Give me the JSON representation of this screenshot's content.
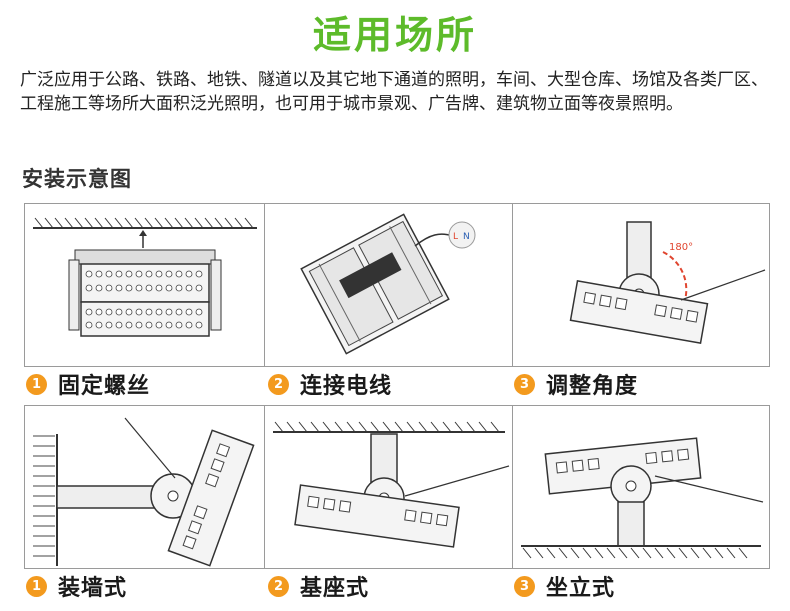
{
  "title": "适用场所",
  "description": "广泛应用于公路、铁路、地铁、隧道以及其它地下通道的照明，车间、大型仓库、场馆及各类厂区、工程施工等场所大面积泛光照明，也可用于城市景观、广告牌、建筑物立面等夜景照明。",
  "section_title": "安装示意图",
  "steps": [
    {
      "number": "1",
      "label": "固定螺丝"
    },
    {
      "number": "2",
      "label": "连接电线"
    },
    {
      "number": "3",
      "label": "调整角度"
    }
  ],
  "mounts": [
    {
      "number": "1",
      "label": "装墙式"
    },
    {
      "number": "2",
      "label": "基座式"
    },
    {
      "number": "3",
      "label": "坐立式"
    }
  ],
  "diagram_labels": {
    "angle": "180°",
    "wire_l": "L",
    "wire_n": "N"
  },
  "colors": {
    "title_green": "#5dbb2a",
    "badge_orange": "#f39a1e",
    "angle_red": "#e0452f"
  }
}
